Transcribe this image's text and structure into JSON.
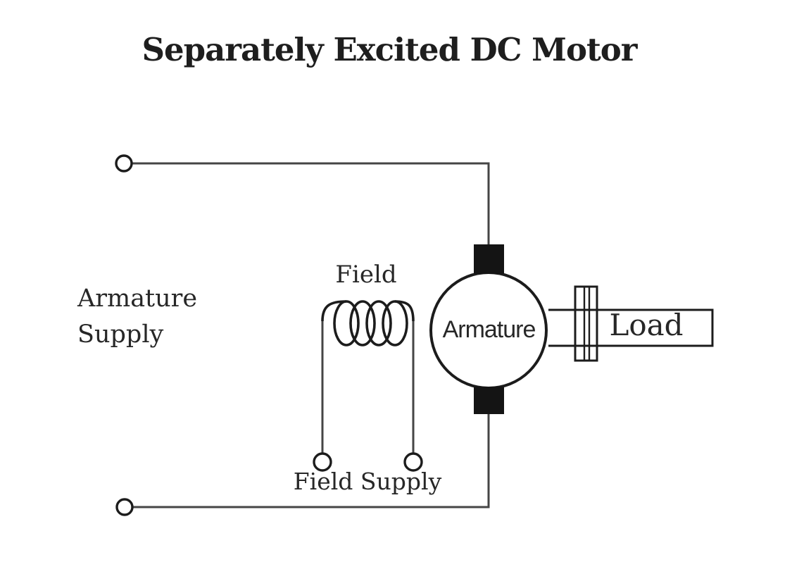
{
  "title": "Separately Excited DC Motor",
  "labels": {
    "armature_supply": "Armature\nSupply",
    "field": "Field",
    "field_supply": "Field Supply",
    "armature": "Armature",
    "load": "Load"
  },
  "colors": {
    "background": "#ffffff",
    "line": "#454545",
    "outline": "#1c1c1c",
    "brush": "#141414",
    "text": "#272727",
    "title": "#1e1e1e"
  },
  "diagram": {
    "kind": "circuit-diagram",
    "subject": "separately excited dc motor",
    "field_coil_loops": 4,
    "brushes": 2,
    "supply_terminals": 4
  }
}
